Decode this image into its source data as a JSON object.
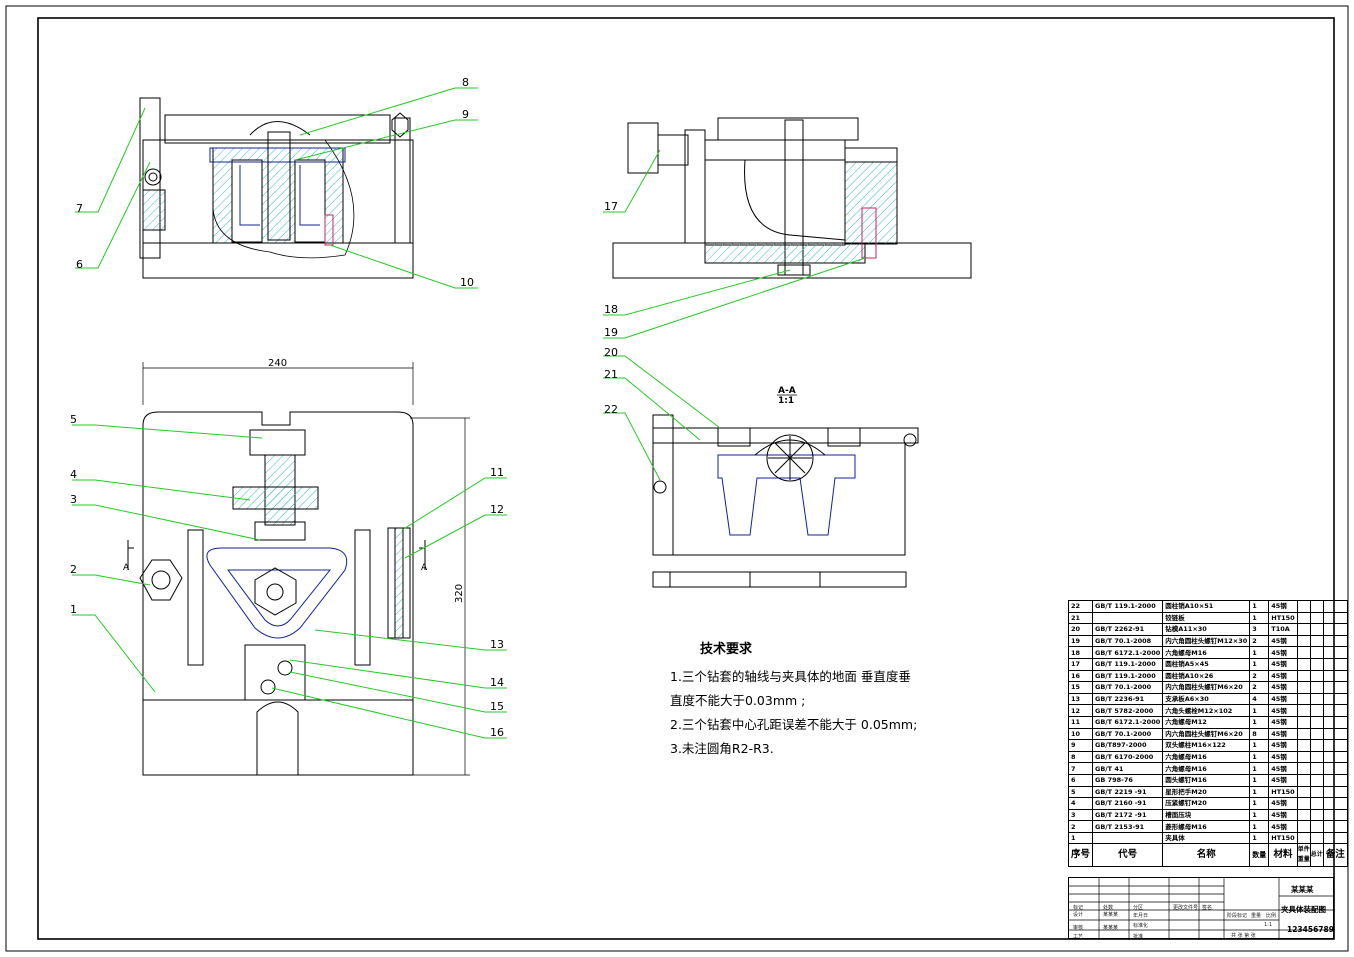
{
  "drawing": {
    "section_label": "A-A",
    "section_scale": "1:1",
    "section_marks": [
      "A",
      "A"
    ],
    "dim_width": "240",
    "dim_height": "320",
    "balloons": [
      "1",
      "2",
      "3",
      "4",
      "5",
      "6",
      "7",
      "8",
      "9",
      "10",
      "11",
      "12",
      "13",
      "14",
      "15",
      "16",
      "17",
      "18",
      "19",
      "20",
      "21",
      "22"
    ]
  },
  "tech_requirements": {
    "title": "技术要求",
    "lines": [
      "1.三个钻套的轴线与夹具体的地面 垂直度垂",
      "直度不能大于0.03mm ;",
      "2.三个钻套中心孔距误差不能大于  0.05mm;",
      "3.未注圆角R2-R3."
    ]
  },
  "bom": {
    "header": {
      "no": "序号",
      "code": "代号",
      "name": "名称",
      "qty": "数量",
      "material": "材料",
      "unit": "单件",
      "total": "总计",
      "weight": "重量",
      "remark": "备注"
    },
    "rows": [
      {
        "no": "22",
        "code": "GB/T 119.1-2000",
        "name": "圆柱销A10×51",
        "qty": "1",
        "mat": "45钢"
      },
      {
        "no": "21",
        "code": "",
        "name": "铰链板",
        "qty": "1",
        "mat": "HT150"
      },
      {
        "no": "20",
        "code": "GB/T 2262-91",
        "name": "钻模A11×30",
        "qty": "3",
        "mat": "T10A"
      },
      {
        "no": "19",
        "code": "GB/T 70.1-2008",
        "name": "内六角圆柱头螺钉M12×30",
        "qty": "2",
        "mat": "45钢"
      },
      {
        "no": "18",
        "code": "GB/T 6172.1-2000",
        "name": "六角螺母M16",
        "qty": "1",
        "mat": "45钢"
      },
      {
        "no": "17",
        "code": "GB/T 119.1-2000",
        "name": "圆柱销A5×45",
        "qty": "1",
        "mat": "45钢"
      },
      {
        "no": "16",
        "code": "GB/T 119.1-2000",
        "name": "圆柱销A10×26",
        "qty": "2",
        "mat": "45钢"
      },
      {
        "no": "15",
        "code": "GB/T 70.1-2000",
        "name": "内六角圆柱头螺钉M6×20",
        "qty": "2",
        "mat": "45钢"
      },
      {
        "no": "13",
        "code": "GB/T 2236-91",
        "name": "支承板A6×30",
        "qty": "4",
        "mat": "45钢"
      },
      {
        "no": "12",
        "code": "GB/T 5782-2000",
        "name": "六角头螺栓M12×102",
        "qty": "1",
        "mat": "45钢"
      },
      {
        "no": "11",
        "code": "GB/T 6172.1-2000",
        "name": "六角螺母M12",
        "qty": "1",
        "mat": "45钢"
      },
      {
        "no": "10",
        "code": "GB/T 70.1-2000",
        "name": "内六角圆柱头螺钉M6×20",
        "qty": "8",
        "mat": "45钢"
      },
      {
        "no": "9",
        "code": "GB/T897-2000",
        "name": "双头螺柱M16×122",
        "qty": "1",
        "mat": "45钢"
      },
      {
        "no": "8",
        "code": "GB/T 6170-2000",
        "name": "六角螺母M16",
        "qty": "1",
        "mat": "45钢"
      },
      {
        "no": "7",
        "code": "GB/T 41",
        "name": "六角螺母M16",
        "qty": "1",
        "mat": "45钢"
      },
      {
        "no": "6",
        "code": "GB 798-76",
        "name": "圆头螺钉M16",
        "qty": "1",
        "mat": "45钢"
      },
      {
        "no": "5",
        "code": "GB/T 2219 -91",
        "name": "星形把手M20",
        "qty": "1",
        "mat": "HT150"
      },
      {
        "no": "4",
        "code": "GB/T 2160 -91",
        "name": "压紧螺钉M20",
        "qty": "1",
        "mat": "45钢"
      },
      {
        "no": "3",
        "code": "GB/T 2172 -91",
        "name": "槽面压块",
        "qty": "1",
        "mat": "45钢"
      },
      {
        "no": "2",
        "code": "GB/T 2153-91",
        "name": "菱形螺母M16",
        "qty": "1",
        "mat": "45钢"
      },
      {
        "no": "1",
        "code": "",
        "name": "夹具体",
        "qty": "1",
        "mat": "HT150"
      }
    ]
  },
  "title_block": {
    "company": "某某某",
    "drawing_name": "夹具体装配图",
    "drawing_no": "123456789",
    "designer_label": "设计",
    "designer": "某某某",
    "reviewer_label": "审核",
    "reviewer": "某某某",
    "process_label": "工艺",
    "scale": "1:1",
    "small_labels": [
      "标记",
      "处数",
      "分区",
      "更改文件号",
      "签名",
      "年月日",
      "阶段标记",
      "重量",
      "比例",
      "标准化",
      "批准",
      "共 张 第 张"
    ]
  }
}
